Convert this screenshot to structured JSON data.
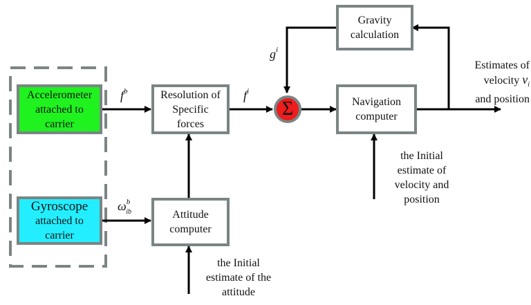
{
  "diagram": {
    "sensor_group": {
      "style": "dashed",
      "color": "#7a8584"
    },
    "blocks": {
      "accelerometer": {
        "lines": [
          "Accelerometer",
          "attached to",
          "carrier"
        ],
        "fill": "#1ff21f"
      },
      "gyroscope": {
        "lines": [
          "Gyroscope",
          "attached to",
          "carrier"
        ],
        "fill": "#22eeff"
      },
      "resolution": {
        "lines": [
          "Resolution of",
          "Specific",
          "forces"
        ]
      },
      "attitude": {
        "lines": [
          "Attitude",
          "computer"
        ]
      },
      "gravity": {
        "lines": [
          "Gravity",
          "calculation"
        ]
      },
      "navigation": {
        "lines": [
          "Navigation",
          "computer"
        ]
      },
      "summer": {
        "symbol": "Σ",
        "fill": "#ee1c1c"
      }
    },
    "signals": {
      "f_b": {
        "base": "f",
        "sup": "b"
      },
      "omega": {
        "base": "ω",
        "sup": "b",
        "sub": "ib"
      },
      "f_i": {
        "base": "f",
        "sup": "i"
      },
      "g_i": {
        "base": "g",
        "sup": "i"
      }
    },
    "annotations": {
      "output": {
        "lines": [
          "Estimates of",
          "velocity",
          "and position"
        ],
        "var": "v",
        "var_sub": "i"
      },
      "nav_init": {
        "lines": [
          "the Initial",
          "estimate of",
          "velocity and",
          "position"
        ]
      },
      "att_init": {
        "lines": [
          "the Initial",
          "estimate of the",
          "attitude"
        ]
      }
    },
    "colors": {
      "border": "#7a8584",
      "wire": "#000000"
    }
  }
}
